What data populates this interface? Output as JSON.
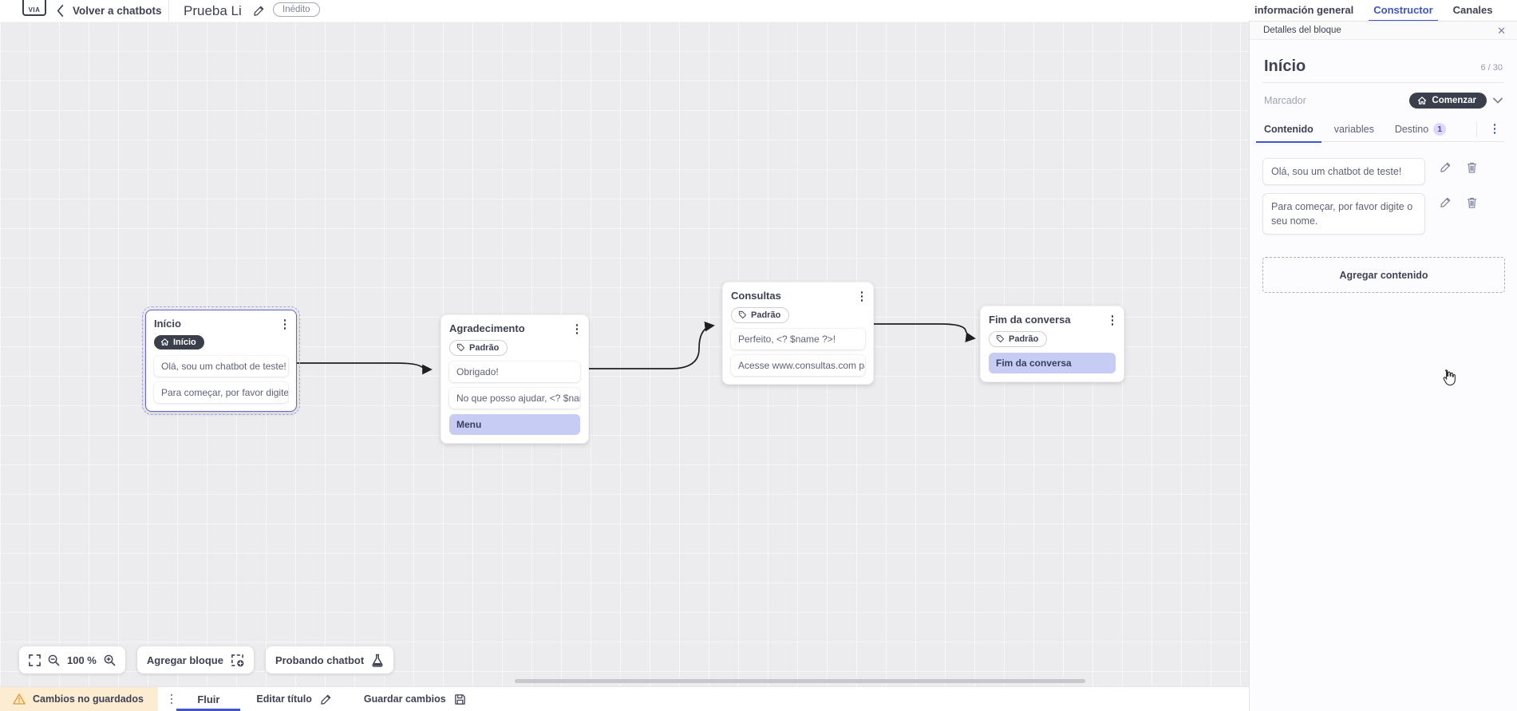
{
  "header": {
    "logo_text": "VIA",
    "back_label": "Volver a chatbots",
    "title": "Prueba Li",
    "status_badge": "Inédito",
    "tabs": [
      {
        "label": "información general",
        "active": false
      },
      {
        "label": "Constructor",
        "active": true
      },
      {
        "label": "Canales",
        "active": false
      }
    ]
  },
  "canvas": {
    "nodes": [
      {
        "title": "Início",
        "badge": {
          "label": "Início",
          "icon": "home-icon",
          "style": "dark"
        },
        "selected": true,
        "items": [
          {
            "text": "Olá, sou um chatbot de teste!",
            "style": "message"
          },
          {
            "text": "Para começar, por favor digite o ...",
            "style": "message"
          }
        ]
      },
      {
        "title": "Agradecimento",
        "badge": {
          "label": "Padrão",
          "icon": "tag-icon",
          "style": "outline"
        },
        "selected": false,
        "items": [
          {
            "text": "Obrigado!",
            "style": "message"
          },
          {
            "text": "No que posso ajudar, <? $name ...",
            "style": "message"
          },
          {
            "text": "Menu",
            "style": "menu"
          }
        ]
      },
      {
        "title": "Consultas",
        "badge": {
          "label": "Padrão",
          "icon": "tag-icon",
          "style": "outline"
        },
        "selected": false,
        "items": [
          {
            "text": "Perfeito, <? $name ?>!",
            "style": "message"
          },
          {
            "text": "Acesse www.consultas.com par...",
            "style": "message"
          }
        ]
      },
      {
        "title": "Fim da conversa",
        "badge": {
          "label": "Padrão",
          "icon": "tag-icon",
          "style": "outline"
        },
        "selected": false,
        "items": [
          {
            "text": "Fim da conversa",
            "style": "menu"
          }
        ]
      }
    ],
    "controls": {
      "zoom_level": "100 %",
      "add_block_label": "Agregar bloque",
      "test_chatbot_label": "Probando chatbot"
    }
  },
  "panel": {
    "header": "Detalles del bloque",
    "block_name": "Início",
    "char_counter": "6 / 30",
    "marker_label": "Marcador",
    "marker_value": "Comenzar",
    "tabs": [
      {
        "label": "Contenido",
        "active": true
      },
      {
        "label": "variables",
        "active": false
      },
      {
        "label": "Destino",
        "badge": "1",
        "active": false
      }
    ],
    "contents": [
      {
        "text": "Olá, sou um chatbot de teste!"
      },
      {
        "text": "Para começar, por favor digite o seu nome."
      }
    ],
    "add_content_label": "Agregar contenido"
  },
  "footer": {
    "unsaved_label": "Cambios no guardados",
    "flow_tab": "Fluir",
    "edit_title_label": "Editar título",
    "save_label": "Guardar cambios"
  },
  "colors": {
    "accent_blue": "#3d56c9",
    "dark_pill": "#3a3f4b",
    "lavender_item": "#c6ccf3",
    "warning_bg": "#fcecd2",
    "warning_icon": "#e8a33d",
    "edge": "#1f1f1f",
    "canvas_bg": "#ececee"
  }
}
